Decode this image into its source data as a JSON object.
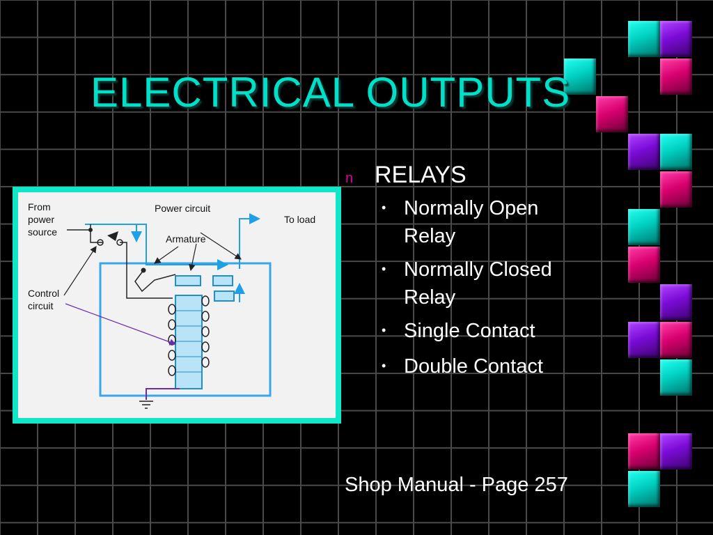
{
  "slide": {
    "title": "ELECTRICAL OUTPUTS",
    "bullets": {
      "main": "RELAYS",
      "main_marker": "n",
      "sub_marker": "•",
      "items": [
        "Normally Open Relay",
        "Normally Closed Relay",
        "Single Contact",
        "Double Contact"
      ]
    },
    "footer": "Shop Manual - Page 257"
  },
  "diagram": {
    "labels": {
      "from_power_source": [
        "From",
        "power",
        "source"
      ],
      "power_circuit": "Power circuit",
      "to_load": "To load",
      "armature": "Armature",
      "control_circuit": [
        "Control",
        "circuit"
      ]
    }
  },
  "colors": {
    "accent_teal": "#00e0c8",
    "accent_purple": "#7a0bd6",
    "accent_magenta": "#d8006f",
    "bullet_marker": "#e0009a"
  }
}
